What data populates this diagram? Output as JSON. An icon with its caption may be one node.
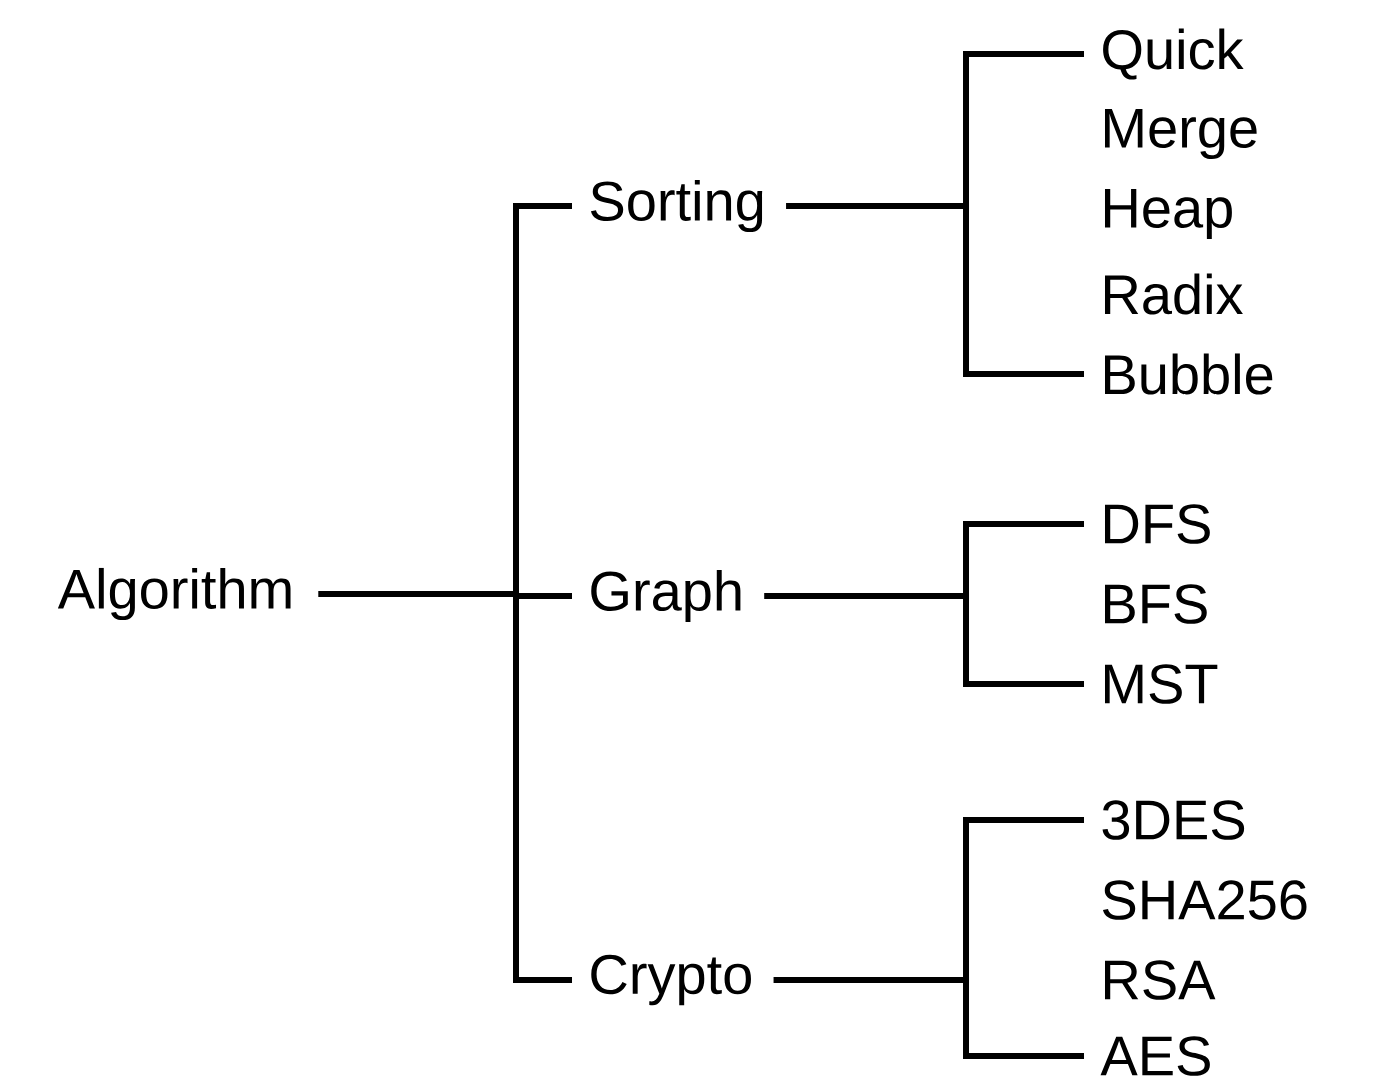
{
  "diagram": {
    "nodes": [
      {
        "text": [
          "Algorithm"
        ]
      },
      {
        "text": [
          "Sorting"
        ]
      },
      {
        "text": [
          "Graph"
        ]
      },
      {
        "text": [
          "Crypto"
        ]
      },
      {
        "text": [
          "Quick"
        ]
      },
      {
        "text": [
          "Merge"
        ]
      },
      {
        "text": [
          "Heap"
        ]
      },
      {
        "text": [
          "Radix"
        ]
      },
      {
        "text": [
          "Bubble"
        ]
      },
      {
        "text": [
          "DFS"
        ]
      },
      {
        "text": [
          "BFS"
        ]
      },
      {
        "text": [
          "MST"
        ]
      },
      {
        "text": [
          "3DES"
        ]
      },
      {
        "text": [
          "SHA256"
        ]
      },
      {
        "text": [
          "RSA"
        ]
      },
      {
        "text": [
          "AES"
        ]
      }
    ],
    "edges": [
      {
        "from": 0,
        "to": 1,
        "arrow": "none"
      },
      {
        "from": 0,
        "to": 2,
        "arrow": "none"
      },
      {
        "from": 0,
        "to": 3,
        "arrow": "none"
      },
      {
        "from": 1,
        "to": 4,
        "arrow": "none"
      },
      {
        "from": 1,
        "to": 8,
        "arrow": "none"
      },
      {
        "from": 2,
        "to": 9,
        "arrow": "none"
      },
      {
        "from": 2,
        "to": 11,
        "arrow": "none"
      },
      {
        "from": 3,
        "to": 12,
        "arrow": "none"
      },
      {
        "from": 3,
        "to": 15,
        "arrow": "none"
      }
    ]
  }
}
